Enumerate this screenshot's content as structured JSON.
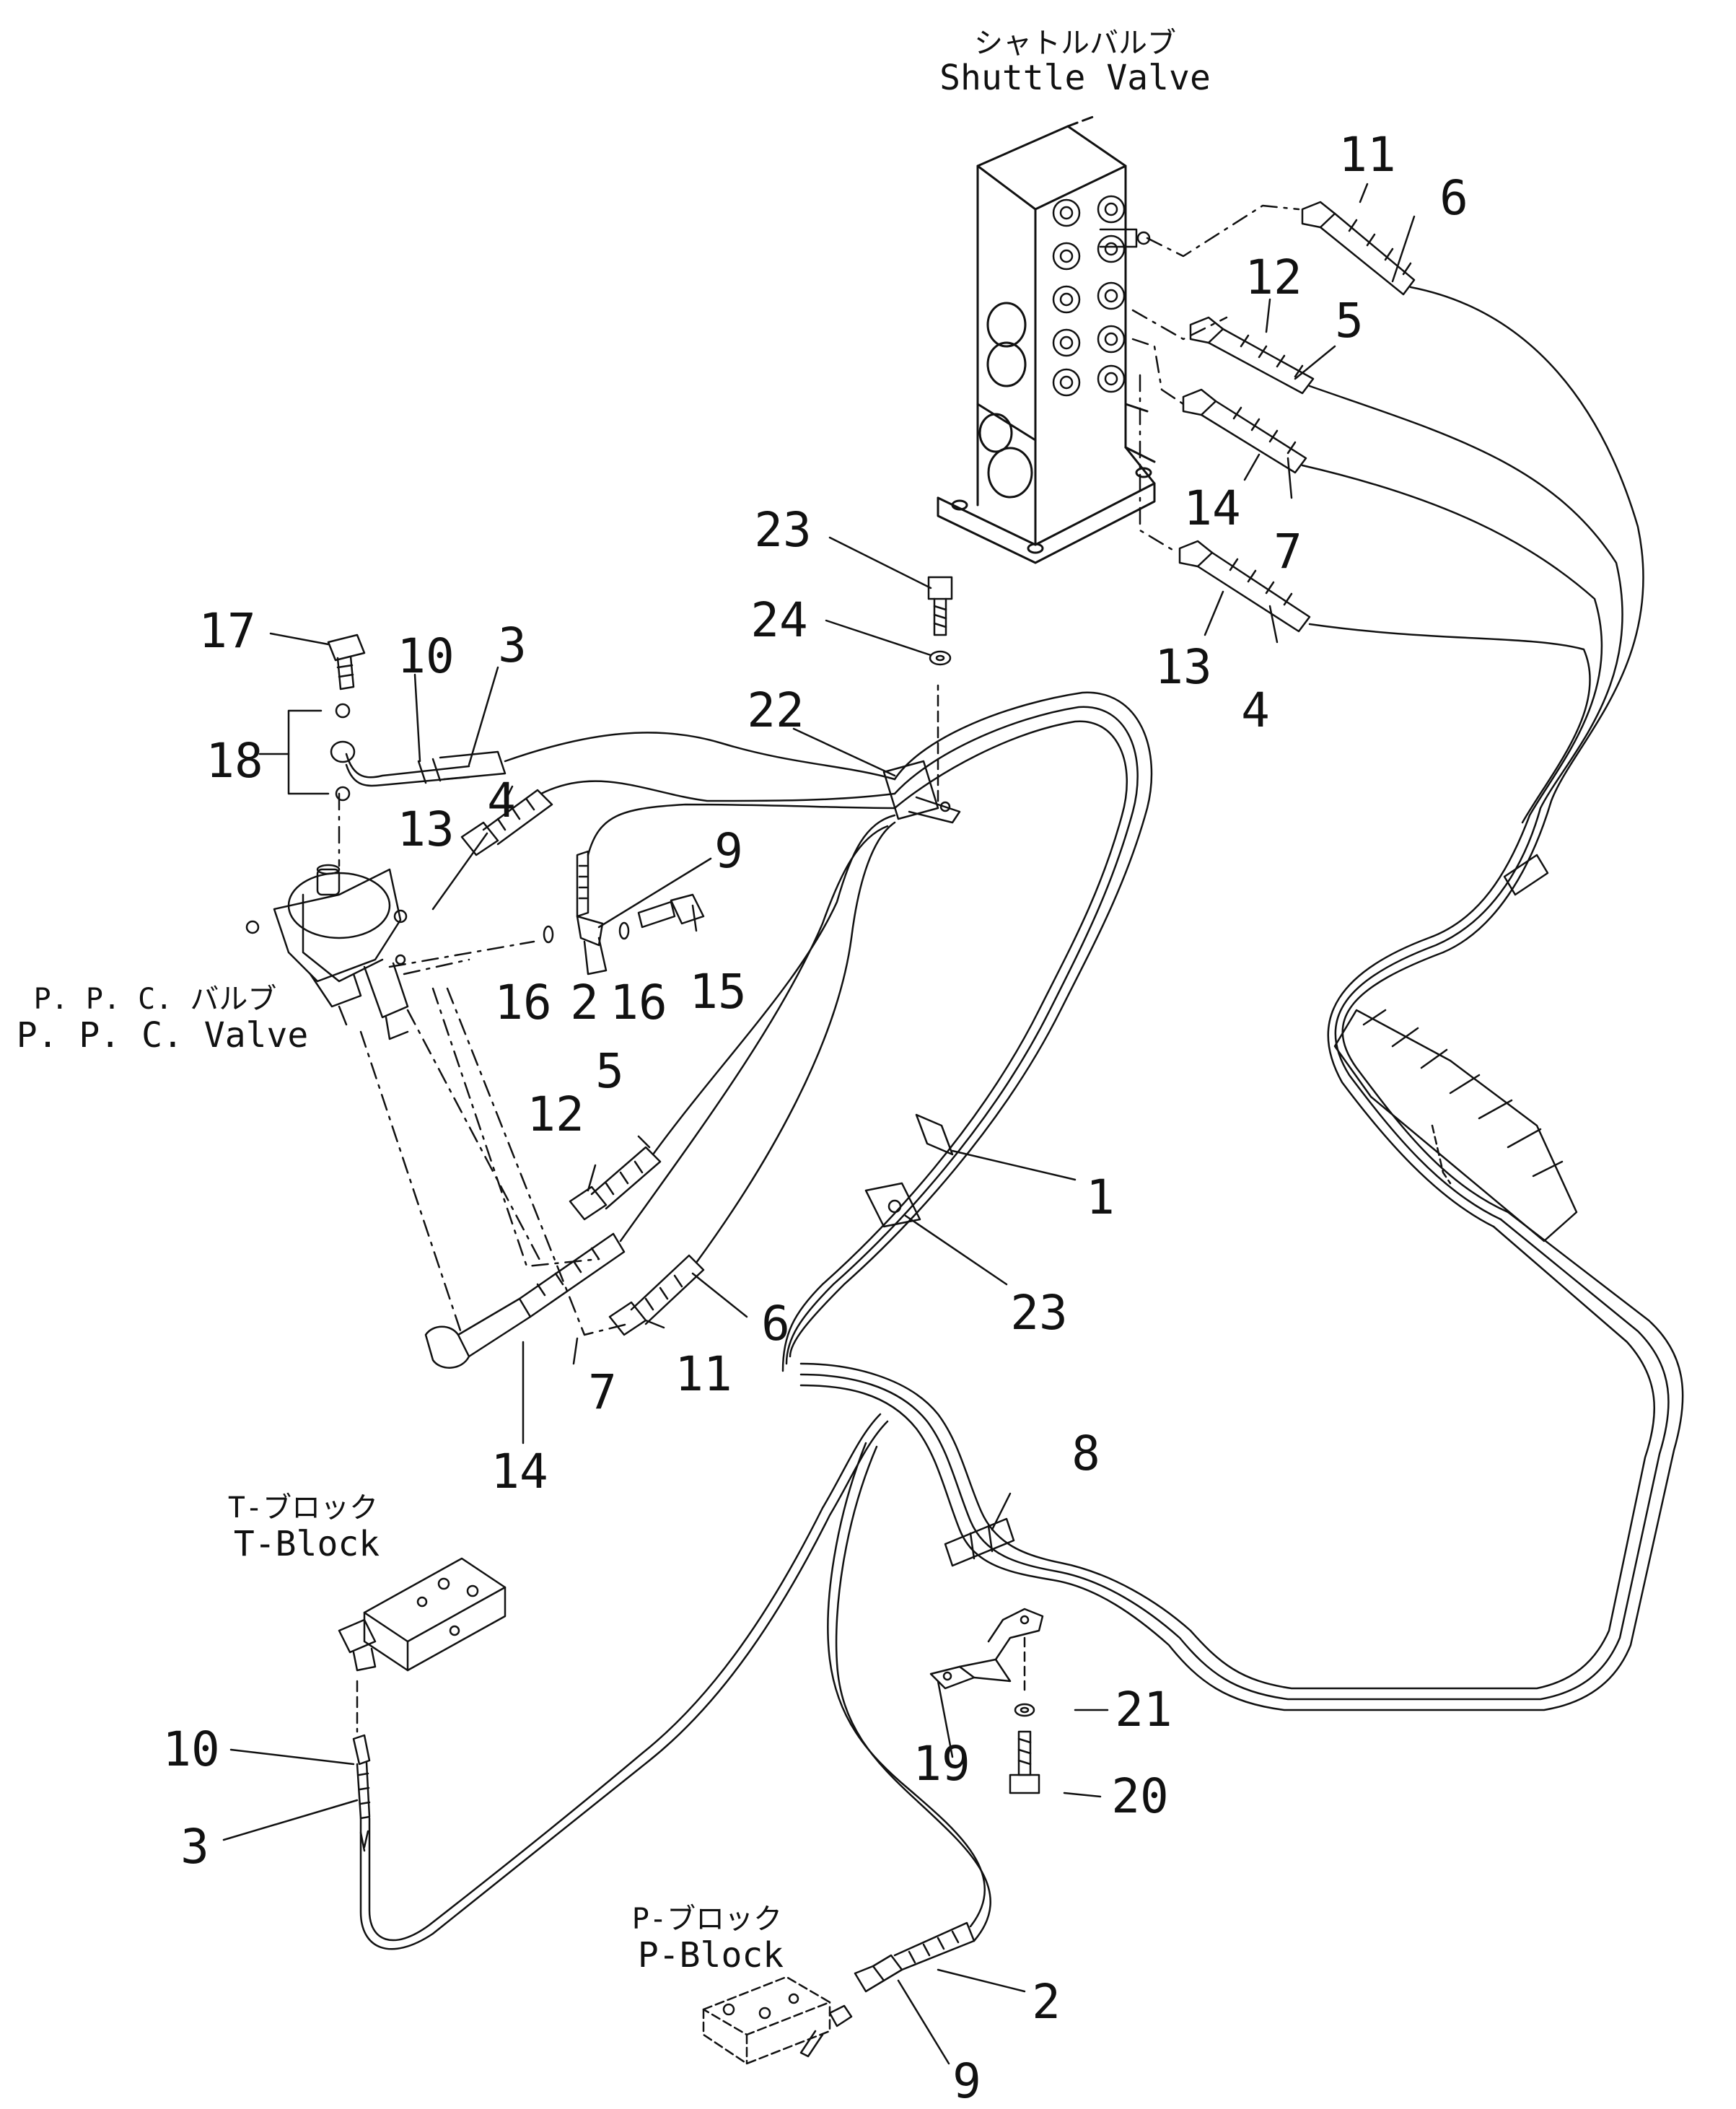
{
  "components": {
    "shuttle_valve": {
      "jp": "シャトルバルブ",
      "en": "Shuttle Valve"
    },
    "ppc_valve": {
      "jp": "P. P. C. バルブ",
      "en": "P. P. C. Valve"
    },
    "t_block": {
      "jp": "T-ブロック",
      "en": "T-Block"
    },
    "p_block": {
      "jp": "P-ブロック",
      "en": "P-Block"
    }
  },
  "callouts": {
    "sv_11": "11",
    "sv_6": "6",
    "sv_12": "12",
    "sv_5": "5",
    "sv_14": "14",
    "sv_7": "7",
    "sv_13": "13",
    "sv_4": "4",
    "c23_top": "23",
    "c24": "24",
    "c22": "22",
    "c17": "17",
    "c10_top": "10",
    "c3_top": "3",
    "c18": "18",
    "c13_left": "13",
    "c4_left": "4",
    "c9_top": "9",
    "c16_a": "16",
    "c2_mid": "2",
    "c16_b": "16",
    "c15": "15",
    "c5_left": "5",
    "c12_left": "12",
    "c1": "1",
    "c23_mid": "23",
    "c6_left": "6",
    "c11_left": "11",
    "c7_left": "7",
    "c14_left": "14",
    "c8": "8",
    "c21": "21",
    "c19": "19",
    "c20": "20",
    "c10_bot": "10",
    "c3_bot": "3",
    "c2_bot": "2",
    "c9_bot": "9"
  }
}
